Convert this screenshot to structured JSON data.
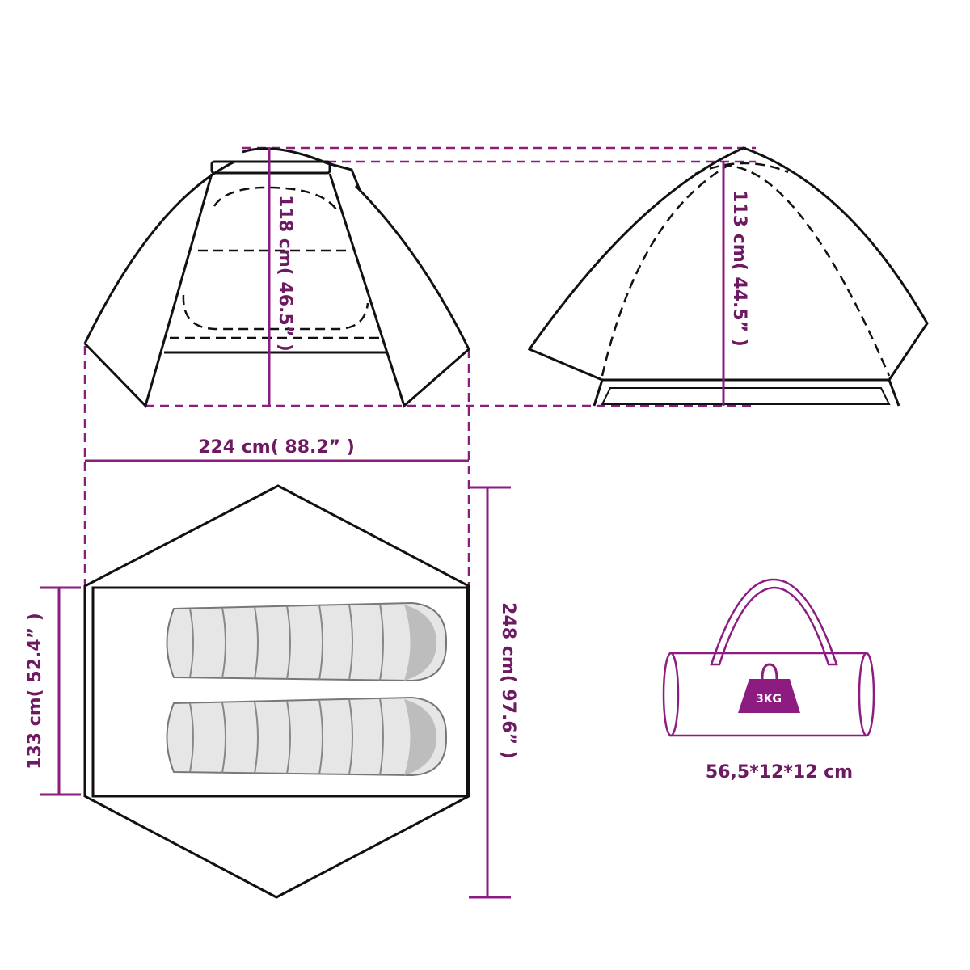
{
  "dimensions": {
    "front_height": "118 cm( 46.5” )",
    "side_height": "113 cm( 44.5” )",
    "width": "224 cm( 88.2” )",
    "length": "248 cm( 97.6” )",
    "floor_width": "133 cm( 52.4” )"
  },
  "package": {
    "weight": "3KG",
    "size": "56,5*12*12 cm"
  },
  "colors": {
    "accent": "#8c1c80",
    "text": "#6e1a62",
    "outline": "#111111"
  }
}
